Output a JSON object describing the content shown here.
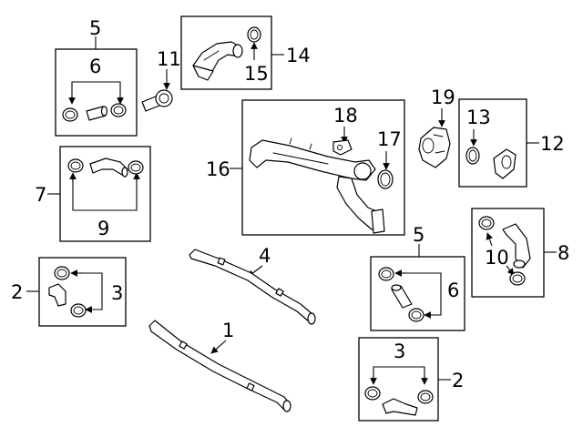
{
  "callouts": {
    "c1": "1",
    "c2a": "2",
    "c2b": "2",
    "c3a": "3",
    "c3b": "3",
    "c4": "4",
    "c5a": "5",
    "c5b": "5",
    "c6a": "6",
    "c6b": "6",
    "c7": "7",
    "c8": "8",
    "c9": "9",
    "c10": "10",
    "c11": "11",
    "c12": "12",
    "c13": "13",
    "c14": "14",
    "c15": "15",
    "c16": "16",
    "c17": "17",
    "c18": "18",
    "c19": "19"
  }
}
